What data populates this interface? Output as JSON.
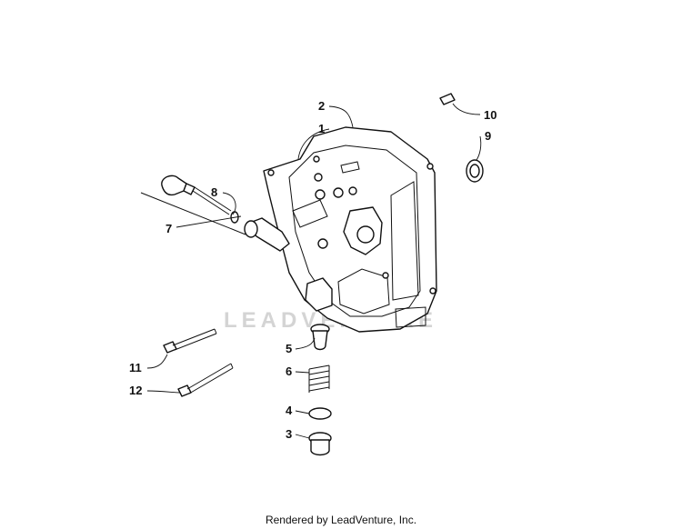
{
  "diagram": {
    "watermark": "LEADVENTURE",
    "callouts": [
      "1",
      "2",
      "3",
      "4",
      "5",
      "6",
      "7",
      "8",
      "9",
      "10",
      "11",
      "12"
    ]
  },
  "footer": {
    "text": "Rendered by LeadVenture, Inc."
  }
}
